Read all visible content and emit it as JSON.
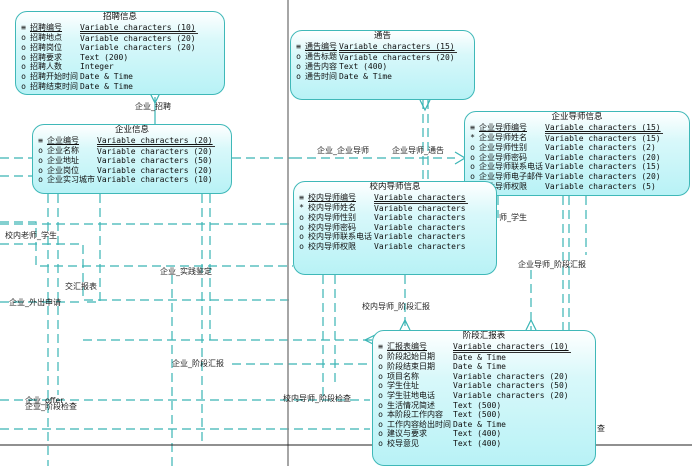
{
  "entities": [
    {
      "id": "recruit",
      "title": "招聘信息",
      "attributes": [
        {
          "mark": "≡",
          "name": "招聘编号",
          "type": "Variable characters (10)",
          "pk": true
        },
        {
          "mark": "o",
          "name": "招聘地点",
          "type": "Variable characters (20)"
        },
        {
          "mark": "o",
          "name": "招聘岗位",
          "type": "Variable characters (20)"
        },
        {
          "mark": "o",
          "name": "招聘要求",
          "type": "Text (200)"
        },
        {
          "mark": "o",
          "name": "招聘人数",
          "type": "Integer"
        },
        {
          "mark": "o",
          "name": "招聘开始时间",
          "type": "Date & Time"
        },
        {
          "mark": "o",
          "name": "招聘结束时间",
          "type": "Date & Time"
        }
      ]
    },
    {
      "id": "company",
      "title": "企业信息",
      "attributes": [
        {
          "mark": "≡",
          "name": "企业编号",
          "type": "Variable characters (20)",
          "pk": true
        },
        {
          "mark": "o",
          "name": "企业名称",
          "type": "Variable characters (20)"
        },
        {
          "mark": "o",
          "name": "企业地址",
          "type": "Variable characters (50)"
        },
        {
          "mark": "o",
          "name": "企业岗位",
          "type": "Variable characters (20)"
        },
        {
          "mark": "o",
          "name": "企业实习城市",
          "type": "Variable characters (10)"
        }
      ]
    },
    {
      "id": "notice",
      "title": "通告",
      "attributes": [
        {
          "mark": "≡",
          "name": "通告编号",
          "type": "Variable characters (15)",
          "pk": true
        },
        {
          "mark": "o",
          "name": "通告标题",
          "type": "Variable characters (20)"
        },
        {
          "mark": "o",
          "name": "通告内容",
          "type": "Text (400)"
        },
        {
          "mark": "o",
          "name": "通告时间",
          "type": "Date & Time"
        }
      ]
    },
    {
      "id": "company_mentor",
      "title": "企业导师信息",
      "attributes": [
        {
          "mark": "≡",
          "name": "企业导师编号",
          "type": "Variable characters (15)",
          "pk": true
        },
        {
          "mark": "*",
          "name": "企业导师姓名",
          "type": "Variable characters (15)"
        },
        {
          "mark": "o",
          "name": "企业导师性别",
          "type": "Variable characters (2)"
        },
        {
          "mark": "o",
          "name": "企业导师密码",
          "type": "Variable characters (20)"
        },
        {
          "mark": "o",
          "name": "企业导师联系电话",
          "type": "Variable characters (15)"
        },
        {
          "mark": "o",
          "name": "企业导师电子邮件",
          "type": "Variable characters (20)"
        },
        {
          "mark": "o",
          "name": "企业导师权限",
          "type": "Variable characters (5)"
        }
      ]
    },
    {
      "id": "school_mentor",
      "title": "校内导师信息",
      "attributes": [
        {
          "mark": "≡",
          "name": "校内导师编号",
          "type": "Variable characters",
          "pk": true
        },
        {
          "mark": "*",
          "name": "校内导师姓名",
          "type": "Variable characters"
        },
        {
          "mark": "o",
          "name": "校内导师性别",
          "type": "Variable characters"
        },
        {
          "mark": "o",
          "name": "校内导师密码",
          "type": "Variable characters"
        },
        {
          "mark": "o",
          "name": "校内导师联系电话",
          "type": "Variable characters"
        },
        {
          "mark": "o",
          "name": "校内导师权限",
          "type": "Variable characters"
        }
      ]
    },
    {
      "id": "stage_report",
      "title": "阶段汇报表",
      "attributes": [
        {
          "mark": "≡",
          "name": "汇报表编号",
          "type": "Variable characters (10)",
          "pk": true
        },
        {
          "mark": "o",
          "name": "阶段起始日期",
          "type": "Date & Time"
        },
        {
          "mark": "o",
          "name": "阶段结束日期",
          "type": "Date & Time"
        },
        {
          "mark": "o",
          "name": "项目名称",
          "type": "Variable characters (20)"
        },
        {
          "mark": "o",
          "name": "学生住址",
          "type": "Variable characters (50)"
        },
        {
          "mark": "o",
          "name": "学生驻地电话",
          "type": "Variable characters (20)"
        },
        {
          "mark": "o",
          "name": "生活情况简述",
          "type": "Text (500)"
        },
        {
          "mark": "o",
          "name": "本阶段工作内容",
          "type": "Text (500)"
        },
        {
          "mark": "o",
          "name": "工作内容给出时间",
          "type": "Date & Time"
        },
        {
          "mark": "o",
          "name": "建议与要求",
          "type": "Text (400)"
        },
        {
          "mark": "o",
          "name": "校导意见",
          "type": "Text (400)"
        }
      ]
    }
  ],
  "relationships": [
    {
      "id": "company_recruit",
      "label": "企业_招聘"
    },
    {
      "id": "company_company_mentor",
      "label": "企业_企业导师"
    },
    {
      "id": "company_mentor_notice",
      "label": "企业导师_通告"
    },
    {
      "id": "school_teacher_student",
      "label": "校内老师_学生"
    },
    {
      "id": "mentor_student",
      "label": "师_学生"
    },
    {
      "id": "submit_report",
      "label": "交汇报表"
    },
    {
      "id": "company_practice_eval",
      "label": "企业_实践鉴定"
    },
    {
      "id": "company_out_apply",
      "label": "企业_外出申请"
    },
    {
      "id": "company_mentor_stage_report",
      "label": "企业导师_阶段汇报"
    },
    {
      "id": "school_mentor_stage_report",
      "label": "校内导师_阶段汇报"
    },
    {
      "id": "company_stage_report",
      "label": "企业_阶段汇报"
    },
    {
      "id": "company_offer",
      "label": "企业_offer"
    },
    {
      "id": "company_stage_check",
      "label": "企业_阶段检查"
    },
    {
      "id": "school_mentor_stage_check",
      "label": "校内导师_阶段检查"
    },
    {
      "id": "check_partial",
      "label": "查"
    }
  ],
  "colors": {
    "entity_border": "#3fb8b8",
    "entity_fill": "#c0f4f8",
    "line": "#3ab5b5"
  }
}
